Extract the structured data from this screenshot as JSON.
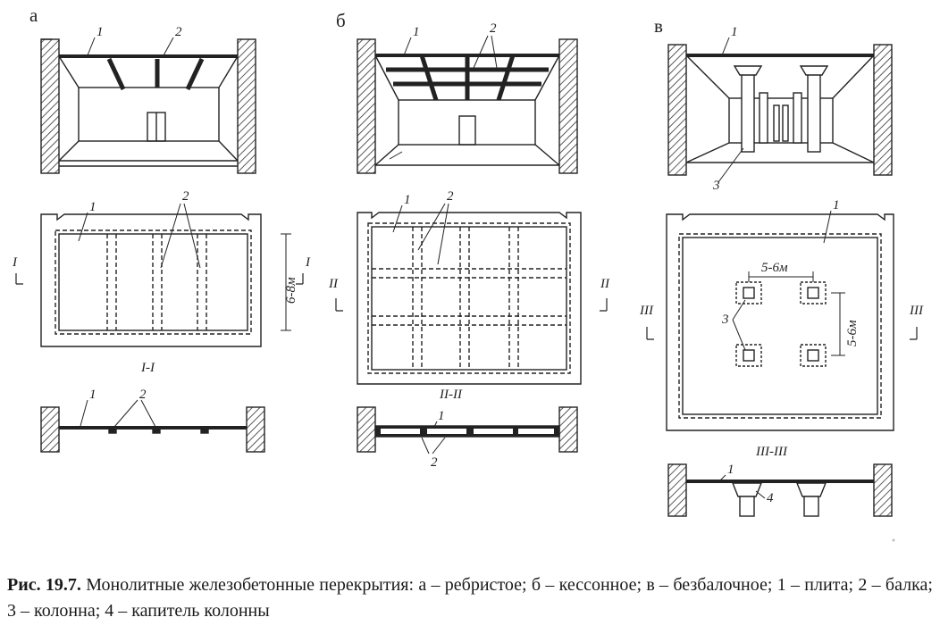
{
  "panels": {
    "a": {
      "letter": "а",
      "callouts": {
        "slab": "1",
        "beam": "2"
      },
      "dimension": "6-8м",
      "section_marks": [
        "I",
        "I"
      ],
      "section_title": "I-I"
    },
    "b": {
      "letter": "б",
      "callouts": {
        "slab": "1",
        "beam": "2"
      },
      "section_marks": [
        "II",
        "II"
      ],
      "section_title": "II-II"
    },
    "v": {
      "letter": "в",
      "callouts": {
        "slab": "1",
        "column": "3",
        "capital": "4"
      },
      "dimensions": [
        "5-6м",
        "5-6м"
      ],
      "section_marks": [
        "III",
        "III"
      ],
      "section_title": "III-III"
    }
  },
  "caption": {
    "label": "Рис. 19.7.",
    "text": " Монолитные железобетонные перекрытия: а – ребристое; б – кессонное; в – безбалочное; 1 – плита; 2 – балка; 3 – колонна; 4 – капитель колонны"
  }
}
